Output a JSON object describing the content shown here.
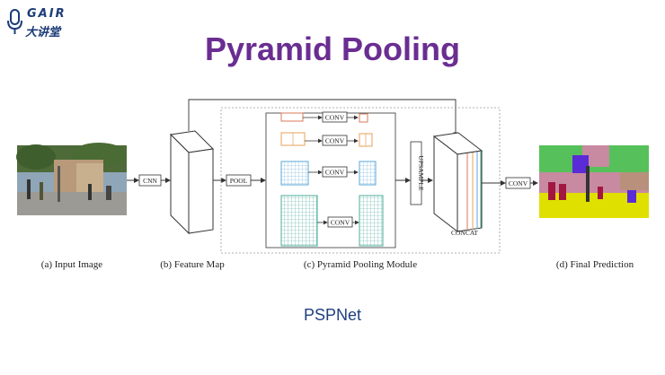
{
  "logo": {
    "text_en": "GAIR",
    "text_cn": "大讲堂"
  },
  "slide": {
    "title": "Pyramid Pooling",
    "footer": "PSPNet"
  },
  "diagram": {
    "captions": {
      "input": "(a) Input Image",
      "feature": "(b) Feature Map",
      "ppm": "(c) Pyramid Pooling Module",
      "prediction": "(d) Final Prediction"
    },
    "ops": {
      "cnn": "CNN",
      "pool": "POOL",
      "conv": "CONV",
      "upsample": "UPSAMPLE",
      "concat": "CONCAT"
    },
    "colors": {
      "title": "#6a2d91",
      "footer": "#1f3f80",
      "branch_1": "#d97a5a",
      "branch_2": "#e8a05a",
      "branch_3": "#5aa7d9",
      "branch_4": "#4fae9a"
    }
  }
}
